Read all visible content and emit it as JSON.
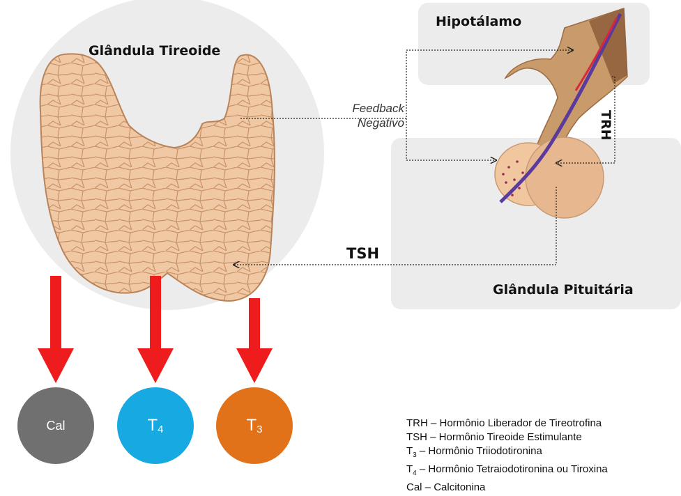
{
  "thyroid": {
    "title": "Glândula Tireoide"
  },
  "hypothalamus": {
    "title": "Hipotálamo"
  },
  "pituitary": {
    "title": "Glândula Pituitária"
  },
  "feedback": {
    "line1": "Feedback",
    "line2": "Negativo"
  },
  "hormone_labels": {
    "trh": "TRH",
    "tsh": "TSH"
  },
  "outputs": [
    {
      "label": "Cal",
      "sub": "",
      "color": "#707070"
    },
    {
      "label": "T",
      "sub": "4",
      "color": "#17a9e1"
    },
    {
      "label": "T",
      "sub": "3",
      "color": "#e2721a"
    }
  ],
  "legend": [
    {
      "abbr": "TRH",
      "sub": "",
      "text": " – Hormônio Liberador de Tireotrofina"
    },
    {
      "abbr": "TSH",
      "sub": "",
      "text": " – Hormônio Tireoide Estimulante"
    },
    {
      "abbr": "T",
      "sub": "3",
      "text": " – Hormônio Triiodotironina"
    },
    {
      "abbr": "T",
      "sub": "4",
      "text": " – Hormônio Tetraiodotironina ou Tiroxina"
    },
    {
      "abbr": "Cal",
      "sub": "",
      "text": " – Calcitonina"
    }
  ],
  "colors": {
    "arrow_red": "#ee1c1c",
    "tissue": "#f0c9a4",
    "tissue_edge": "#b9835a",
    "panel_grey": "#ececec"
  }
}
